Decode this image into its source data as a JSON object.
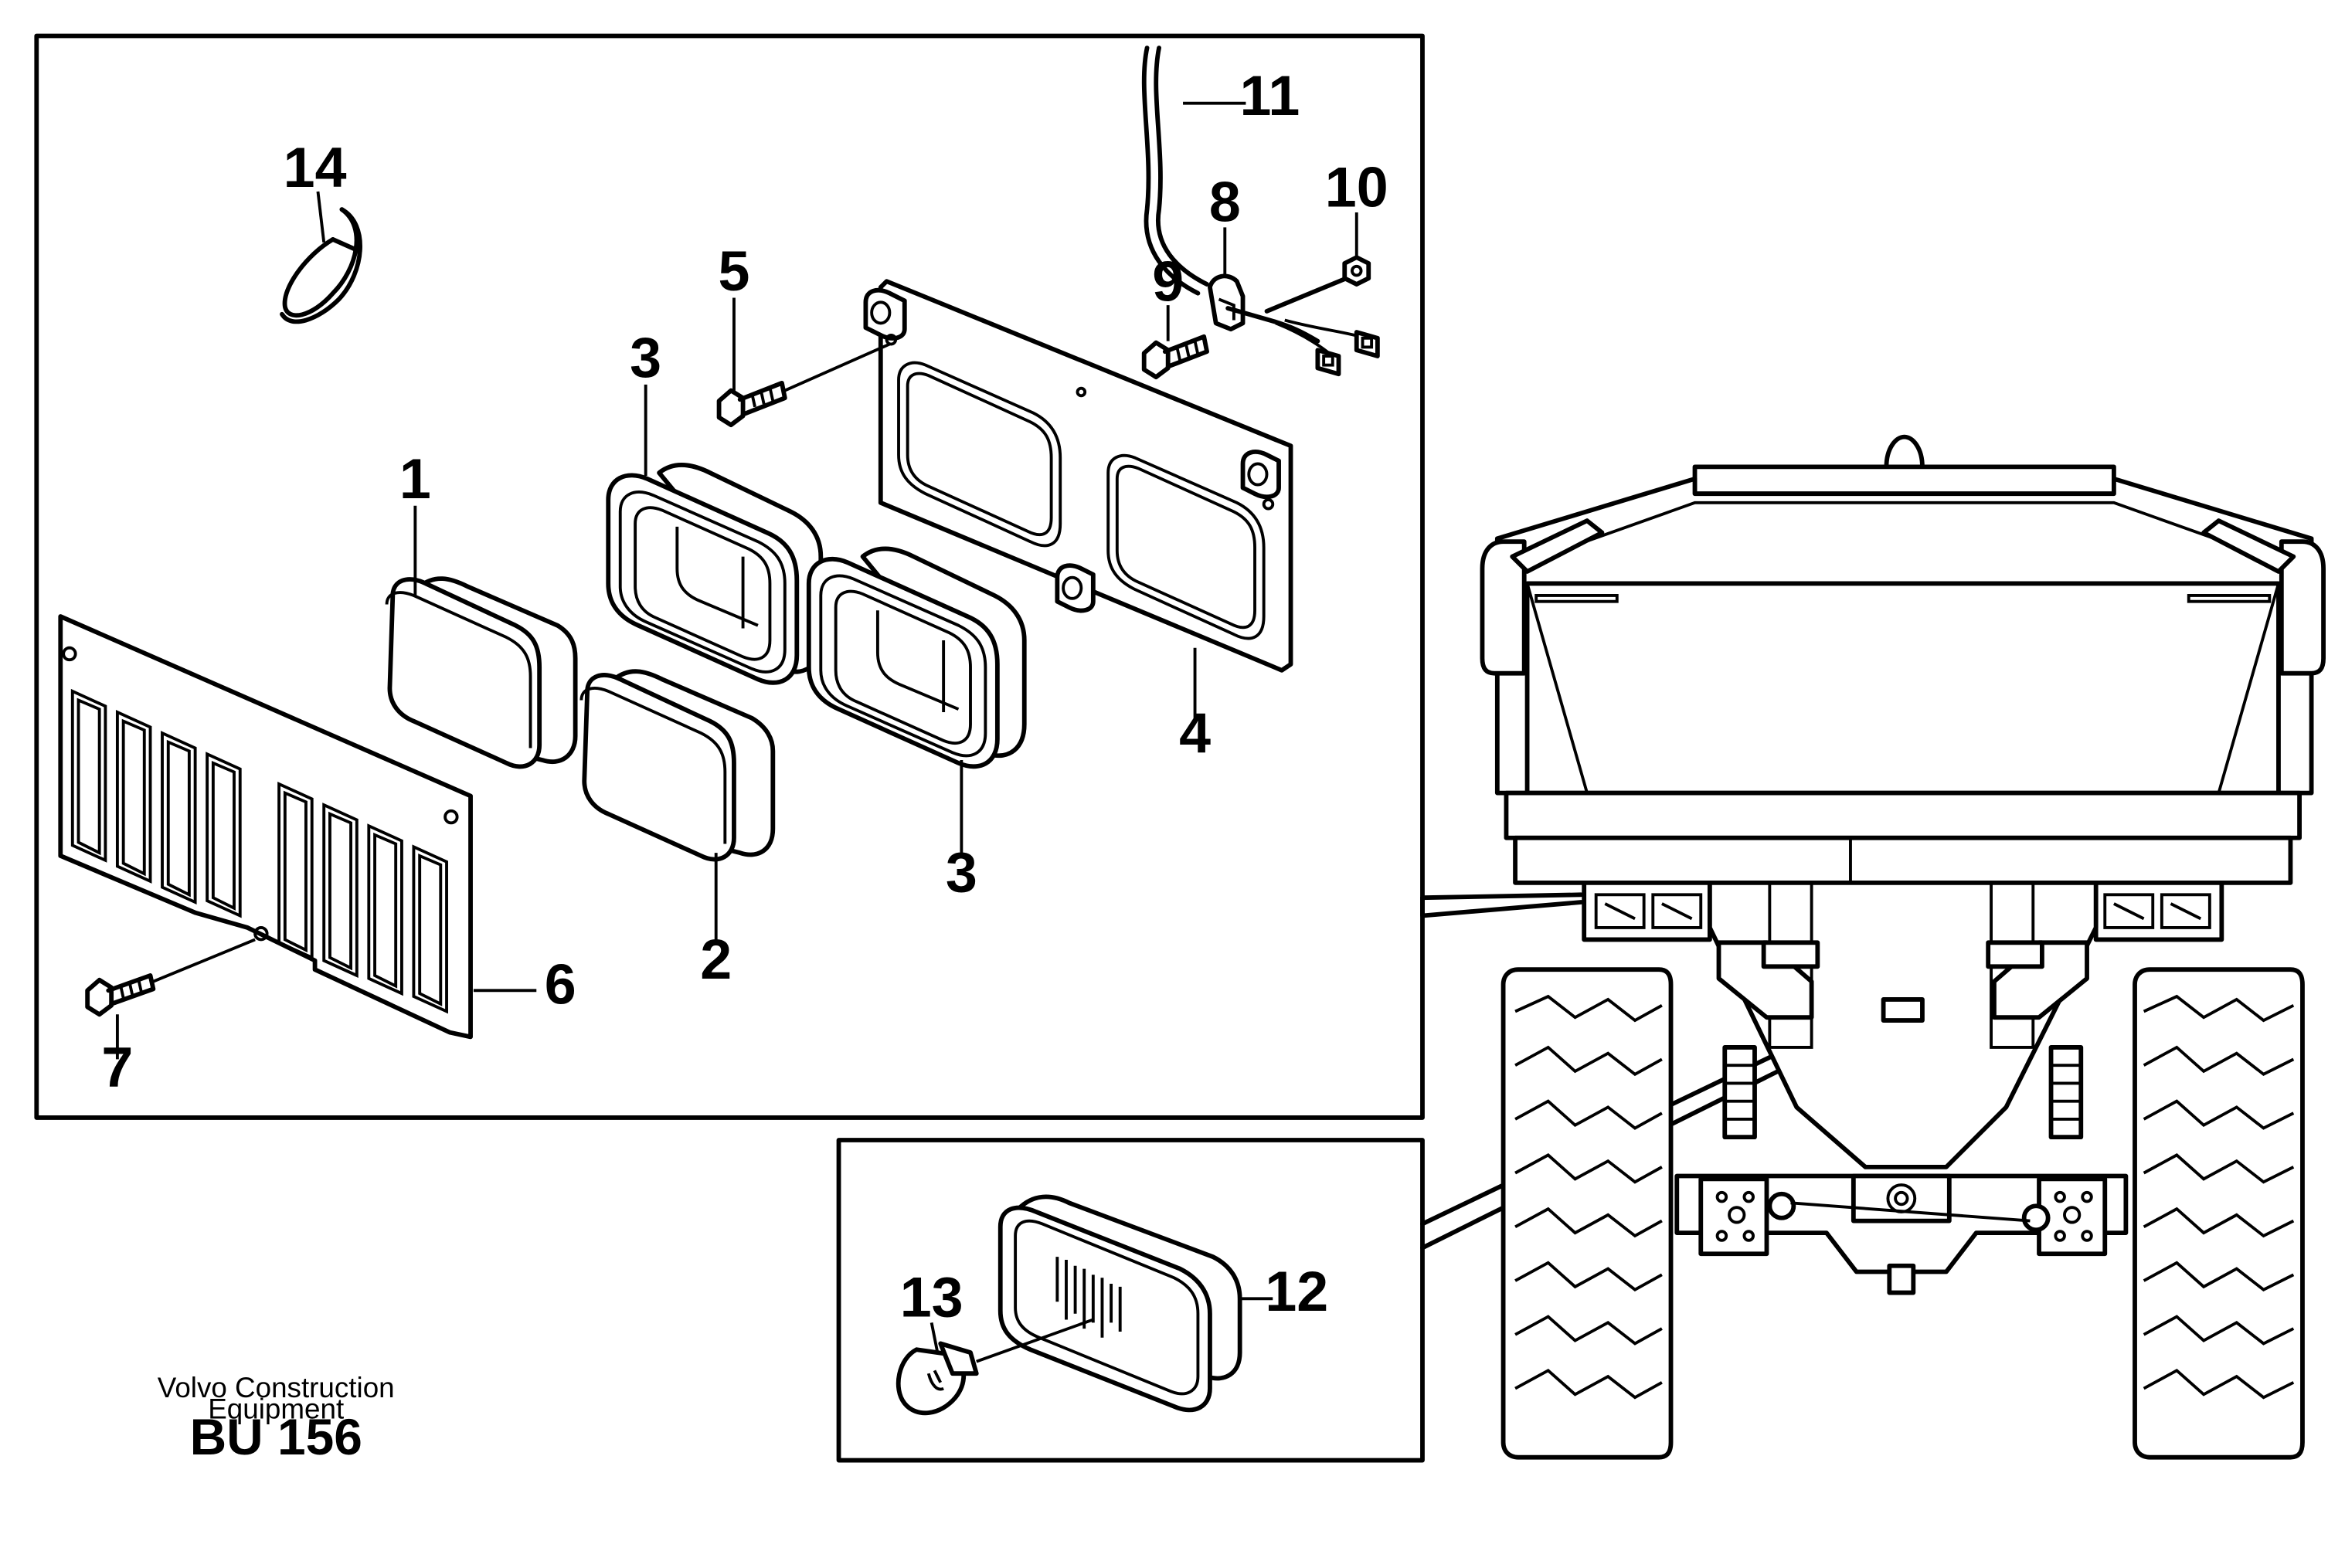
{
  "callouts": {
    "c1": "1",
    "c2": "2",
    "c3a": "3",
    "c3b": "3",
    "c4": "4",
    "c5": "5",
    "c6": "6",
    "c7": "7",
    "c8": "8",
    "c9": "9",
    "c10": "10",
    "c11": "11",
    "c12": "12",
    "c13": "13",
    "c14": "14"
  },
  "credit": {
    "line1": "Volvo Construction",
    "line2": "Equipment",
    "figure_id": "BU 156"
  }
}
